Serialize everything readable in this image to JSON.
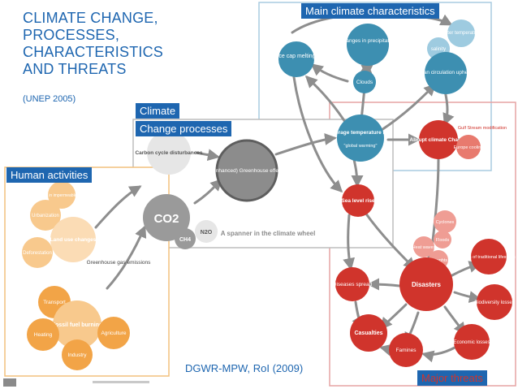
{
  "title": {
    "lines": [
      "CLIMATE CHANGE,",
      "PROCESSES,",
      "CHARACTERISTICS",
      "AND THREATS"
    ],
    "source": "(UNEP 2005)"
  },
  "section_labels": {
    "main_characteristics": "Main climate characteristics",
    "climate_line1": "Climate",
    "climate_line2": "Change processes",
    "human_activities": "Human activities",
    "major_threats": "Major threats"
  },
  "credit": "DGWR-MPW, RoI (2009)",
  "colors": {
    "title_blue": "#1e66b0",
    "label_blue": "#1e66b0",
    "characteristics_teal": "#3d8fb1",
    "threats_red": "#d0342c",
    "human_orange": "#f2a447",
    "human_light": "#f8c98d",
    "process_grey": "#8c8c8c",
    "border_pink": "#e6a3a3",
    "border_lightblue": "#a9cbe0",
    "border_grey": "#bdbdbd",
    "border_orange": "#f2c07d"
  },
  "nodes": {
    "ice_cap": "Ice cap melting",
    "changes_precip": "Changes in precipitation",
    "water_temp": "water temperature",
    "salinity": "salinity",
    "ocean_circ": "Ocean circulation upheaval",
    "clouds": "Clouds",
    "avg_temp": "Average temperature rise",
    "global_warming": "\"global warming\"",
    "abrupt": "Abrupt climate Change",
    "gulf_stream": "Gulf Stream modification",
    "europe_cooling": "Europe cooling",
    "sea_level": "Sea level rise",
    "carbon_cycle": "Carbon cycle disturbances",
    "greenhouse": "(enhanced) Greenhouse effect",
    "co2": "CO2",
    "n2o": "N2O",
    "ch4": "CH4",
    "spanner": "A spanner in the climate wheel",
    "increase_imperv": "Increase in impermeable surface",
    "urbanization": "Urbanization",
    "deforestation": "Deforestation",
    "land_use": "Land use changes",
    "ghg_emissions": "Greenhouse gas emissions",
    "transport": "Transport",
    "fossil_fuel": "Fossil fuel burning",
    "heating": "Heating",
    "agriculture": "Agriculture",
    "industry": "Industry",
    "cyclones": "Cyclones",
    "floods": "Floods",
    "heat_waves": "Heat waves",
    "droughts": "Droughts",
    "loss_lifestyles": "Loss of traditional lifestyles",
    "diseases": "Diseases spread",
    "disasters": "Disasters",
    "biodiversity": "Biodiversity losses",
    "casualties": "Casualties",
    "famines": "Famines",
    "economic": "Economic losses"
  }
}
